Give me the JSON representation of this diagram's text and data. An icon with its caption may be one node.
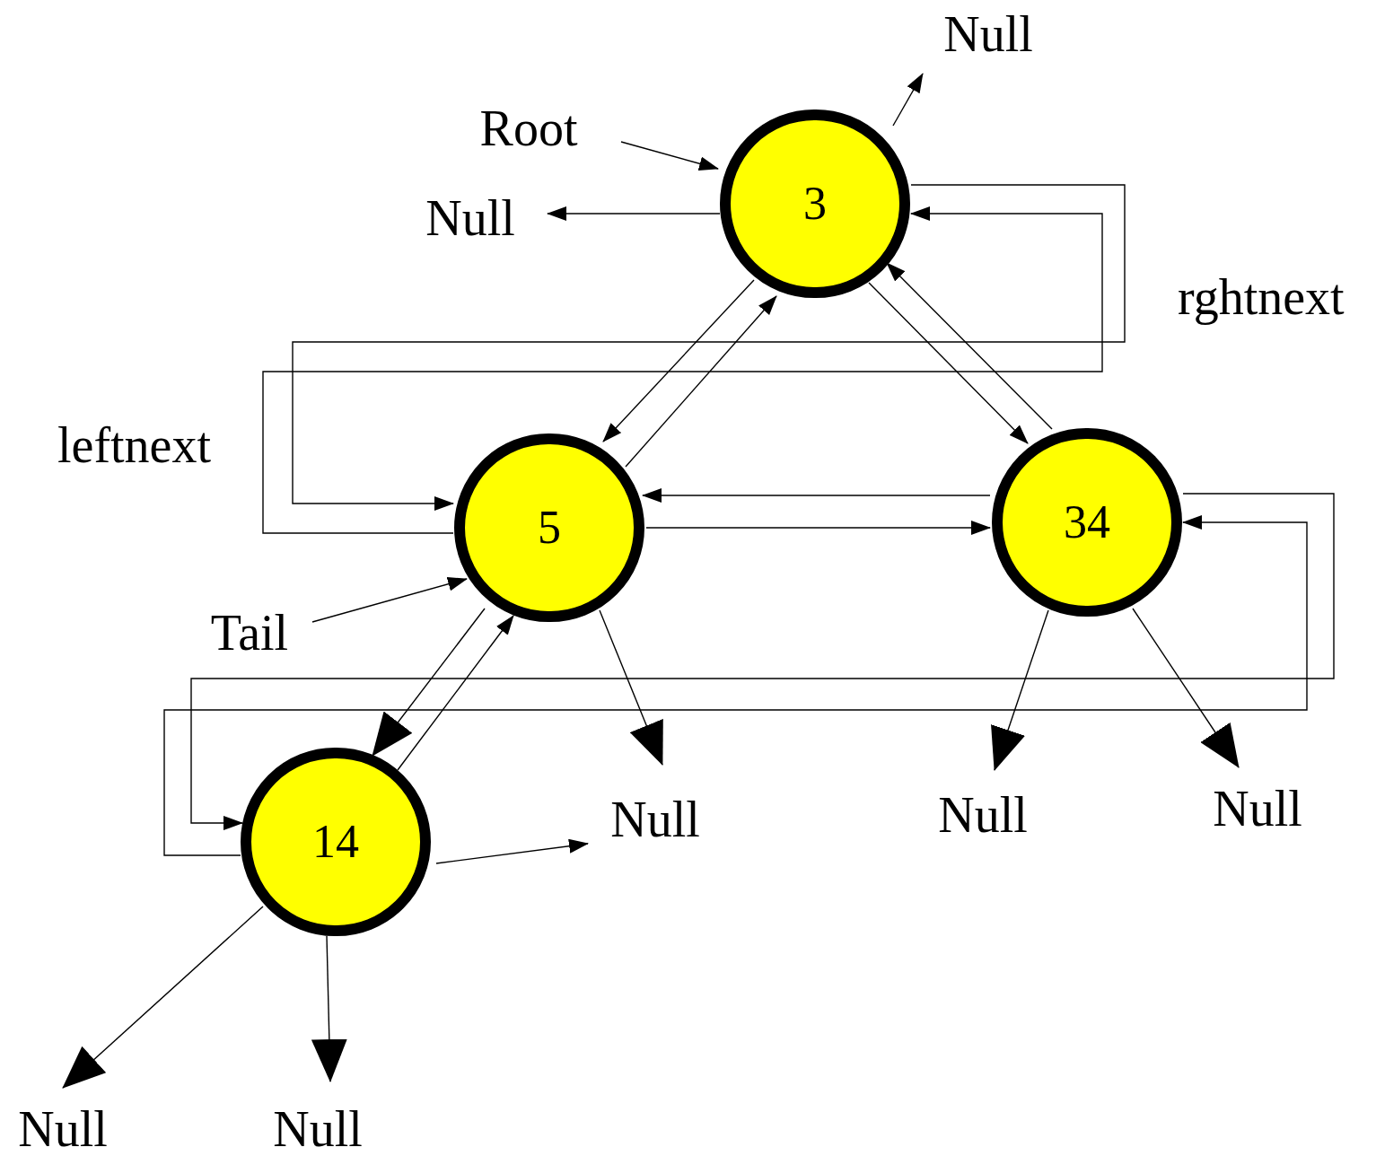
{
  "diagram": {
    "nodes": [
      {
        "text": [
          "3"
        ]
      },
      {
        "text": [
          "5"
        ]
      },
      {
        "text": [
          "34"
        ]
      },
      {
        "text": [
          "14"
        ]
      },
      {
        "text": [
          "Null"
        ]
      },
      {
        "text": [
          "Root"
        ]
      },
      {
        "text": [
          "Null"
        ]
      },
      {
        "text": [
          "Tail"
        ]
      },
      {
        "text": [
          "Null"
        ]
      },
      {
        "text": [
          "Null"
        ]
      },
      {
        "text": [
          "Null"
        ]
      },
      {
        "text": [
          "Null"
        ]
      },
      {
        "text": [
          "Null"
        ]
      }
    ],
    "edges": [
      {
        "from": 0,
        "to": 4,
        "arrow": "to"
      },
      {
        "from": 5,
        "to": 0,
        "arrow": "to"
      },
      {
        "from": 0,
        "to": 6,
        "arrow": "to"
      },
      {
        "from": 0,
        "to": 1,
        "arrow": "to"
      },
      {
        "from": 1,
        "to": 0,
        "arrow": "to"
      },
      {
        "from": 0,
        "to": 2,
        "arrow": "to"
      },
      {
        "from": 2,
        "to": 0,
        "arrow": "to"
      },
      {
        "from": 0,
        "to": 1,
        "arrow": "to"
      },
      {
        "from": 1,
        "to": 0,
        "arrow": "to"
      },
      {
        "from": 2,
        "to": 1,
        "arrow": "to"
      },
      {
        "from": 1,
        "to": 2,
        "arrow": "to"
      },
      {
        "from": 7,
        "to": 1,
        "arrow": "to"
      },
      {
        "from": 1,
        "to": 3,
        "arrow": "to"
      },
      {
        "from": 3,
        "to": 1,
        "arrow": "to"
      },
      {
        "from": 1,
        "to": 8,
        "arrow": "to"
      },
      {
        "from": 2,
        "to": 9,
        "arrow": "to"
      },
      {
        "from": 2,
        "to": 10,
        "arrow": "to"
      },
      {
        "from": 2,
        "to": 3,
        "arrow": "to"
      },
      {
        "from": 3,
        "to": 2,
        "arrow": "to"
      },
      {
        "from": 3,
        "to": 8,
        "arrow": "to"
      },
      {
        "from": 3,
        "to": 11,
        "arrow": "to"
      },
      {
        "from": 3,
        "to": 12,
        "arrow": "to"
      }
    ],
    "labels": [
      "rghtnext",
      "leftnext"
    ]
  }
}
